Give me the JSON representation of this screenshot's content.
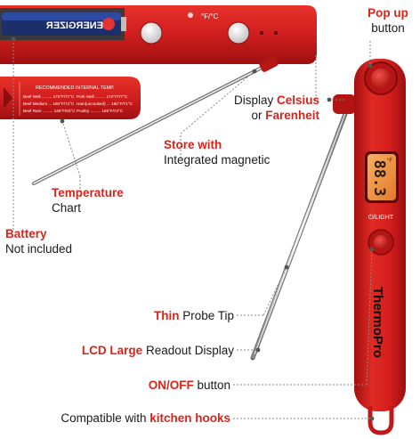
{
  "colors": {
    "accent": "#d8251c",
    "body_red": "#cf1e1e",
    "text": "#1a1a1a"
  },
  "battery_label": {
    "brand": "ENERGIZER"
  },
  "temp_chart": {
    "heading": "RECOMMENDED  INTERNAL TEMP.",
    "rows": [
      "Beef Well ......... 170°F/77°C",
      "Beef Medium ... 160°F/71°C",
      "Beef Rare ......... 145°F/63°C"
    ],
    "rows_right": [
      "Pork Well ......... 170°F/77°C",
      "Ham(uncooked) ... 160°F/71°C",
      "Poultry ......... 165°F/74°C"
    ]
  },
  "display": {
    "reading": "88.3",
    "unit": "°F"
  },
  "device": {
    "power_label": "⏻/LIGHT",
    "brand_a": "Thermo",
    "brand_b": "Pro"
  },
  "callouts": {
    "popup": {
      "hl": "Pop up",
      "dk": "button"
    },
    "celsius": {
      "a": "Display ",
      "b": "Celsius",
      "c": "or ",
      "d": "Farenheit"
    },
    "store": {
      "hl": "Store with",
      "dk": "Integrated magnetic"
    },
    "temperature": {
      "hl": "Temperature",
      "dk": "Chart"
    },
    "battery": {
      "hl": "Battery",
      "dk": "Not included"
    },
    "probe": {
      "hl": "Thin",
      "dk": " Probe Tip"
    },
    "lcd": {
      "hl": "LCD Large",
      "dk": " Readout Display"
    },
    "onoff": {
      "hl": "ON/OFF",
      "dk": " button"
    },
    "hooks": {
      "dk": "Compatible with ",
      "hl": "kitchen hooks"
    }
  }
}
